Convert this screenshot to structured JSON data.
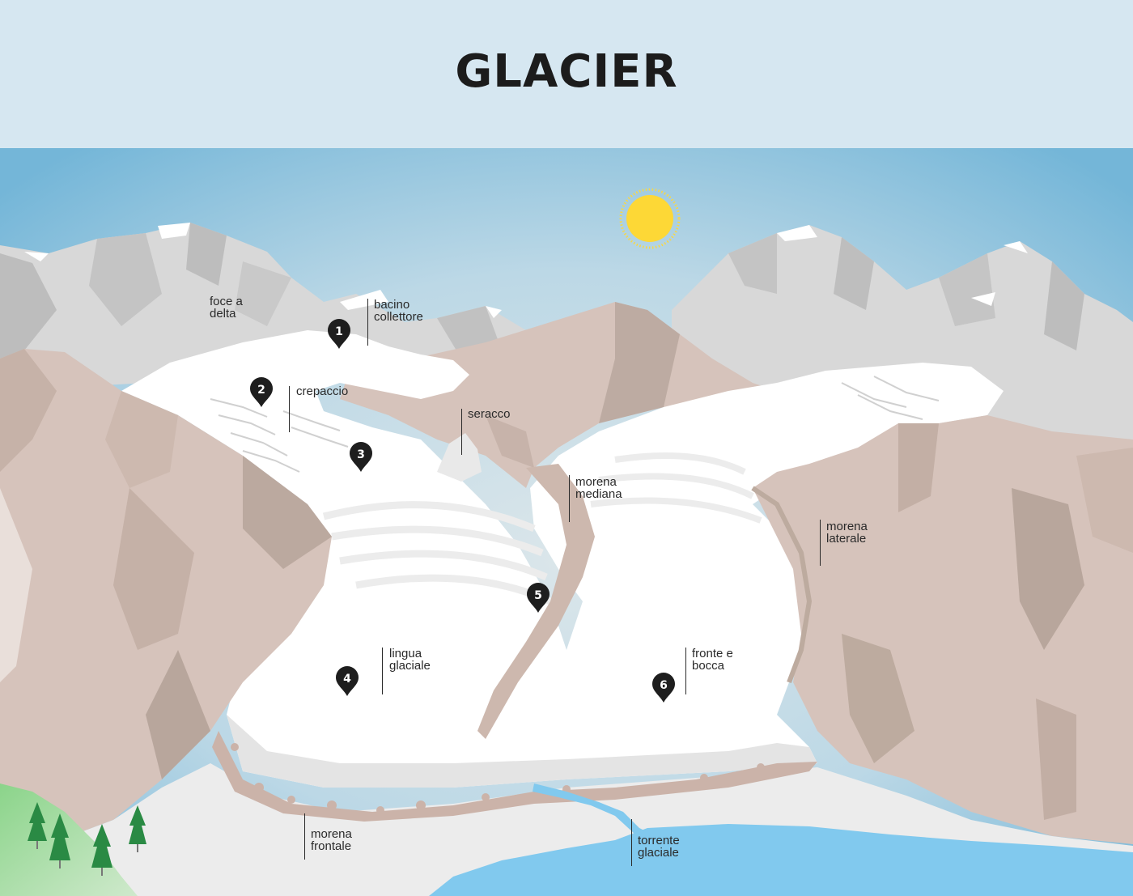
{
  "title": "GLACIER",
  "colors": {
    "sky_top": "#76b8d9",
    "sky_mid": "#c9dce6",
    "header_bg": "#d6e7f1",
    "rock": "#d6c3bb",
    "rock_dark": "#bba99f",
    "snow": "#ffffff",
    "ice_shadow": "#e6e6e6",
    "mountain_grey": "#cfcfcf",
    "lake": "#81c9ee",
    "sun": "#fdd836",
    "pine": "#2a8a44",
    "grass": "#86cf86",
    "marker": "#1e1e1e"
  },
  "labels": [
    {
      "id": "foce",
      "lines": [
        "foce a",
        "delta"
      ]
    },
    {
      "id": "bacino",
      "lines": [
        "bacino",
        "collettore"
      ]
    },
    {
      "id": "crepaccio",
      "lines": [
        "crepaccio"
      ]
    },
    {
      "id": "seracco",
      "lines": [
        "seracco"
      ]
    },
    {
      "id": "morena-mediana",
      "lines": [
        "morena",
        "mediana"
      ]
    },
    {
      "id": "morena-laterale",
      "lines": [
        "morena",
        "laterale"
      ]
    },
    {
      "id": "lingua",
      "lines": [
        "lingua",
        "glaciale"
      ]
    },
    {
      "id": "fronte",
      "lines": [
        "fronte e",
        "bocca"
      ]
    },
    {
      "id": "morena-frontale",
      "lines": [
        "morena",
        "frontale"
      ]
    },
    {
      "id": "torrente",
      "lines": [
        "torrente",
        "glaciale"
      ]
    }
  ],
  "markers": [
    "1",
    "2",
    "3",
    "4",
    "5",
    "6"
  ],
  "icons": {
    "sun": "sun-icon",
    "tree": "pine-tree-icon",
    "marker": "map-pin-icon"
  }
}
